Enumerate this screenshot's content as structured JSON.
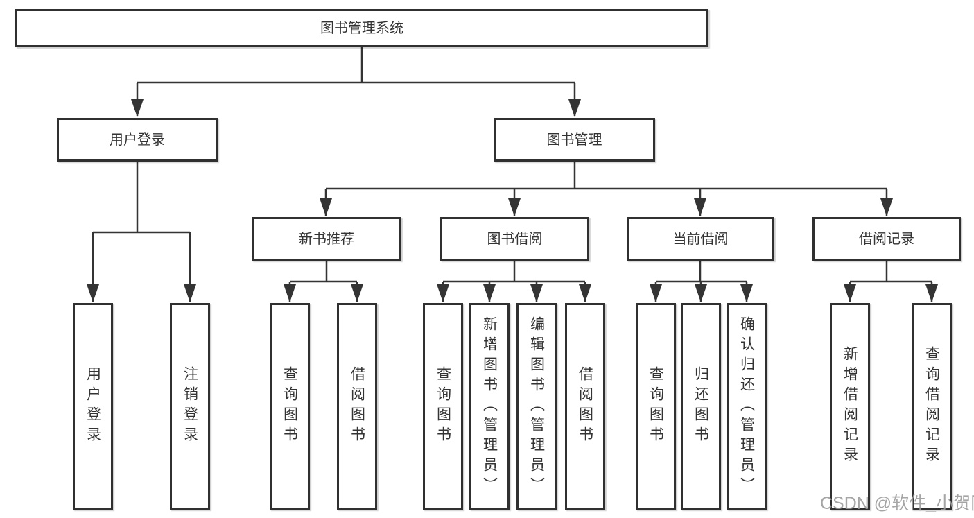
{
  "tree": {
    "root": "图书管理系统",
    "branches": [
      {
        "label": "用户登录",
        "children": [
          "用户登录",
          "注销登录"
        ]
      },
      {
        "label": "图书管理",
        "groups": [
          {
            "label": "新书推荐",
            "children": [
              "查询图书",
              "借阅图书"
            ]
          },
          {
            "label": "图书借阅",
            "children": [
              "查询图书",
              "新增图书（管理员）",
              "编辑图书（管理员）",
              "借阅图书"
            ]
          },
          {
            "label": "当前借阅",
            "children": [
              "查询图书",
              "归还图书",
              "确认归还（管理员）"
            ]
          },
          {
            "label": "借阅记录",
            "children": [
              "新增借阅记录",
              "查询借阅记录"
            ]
          }
        ]
      }
    ]
  },
  "watermark": "CSDN @软件_小贺同学",
  "colors": {
    "line": "#343434",
    "box_border": "#303030",
    "text": "#333333",
    "watermark": "#9c9c9c",
    "background": "#ffffff"
  }
}
